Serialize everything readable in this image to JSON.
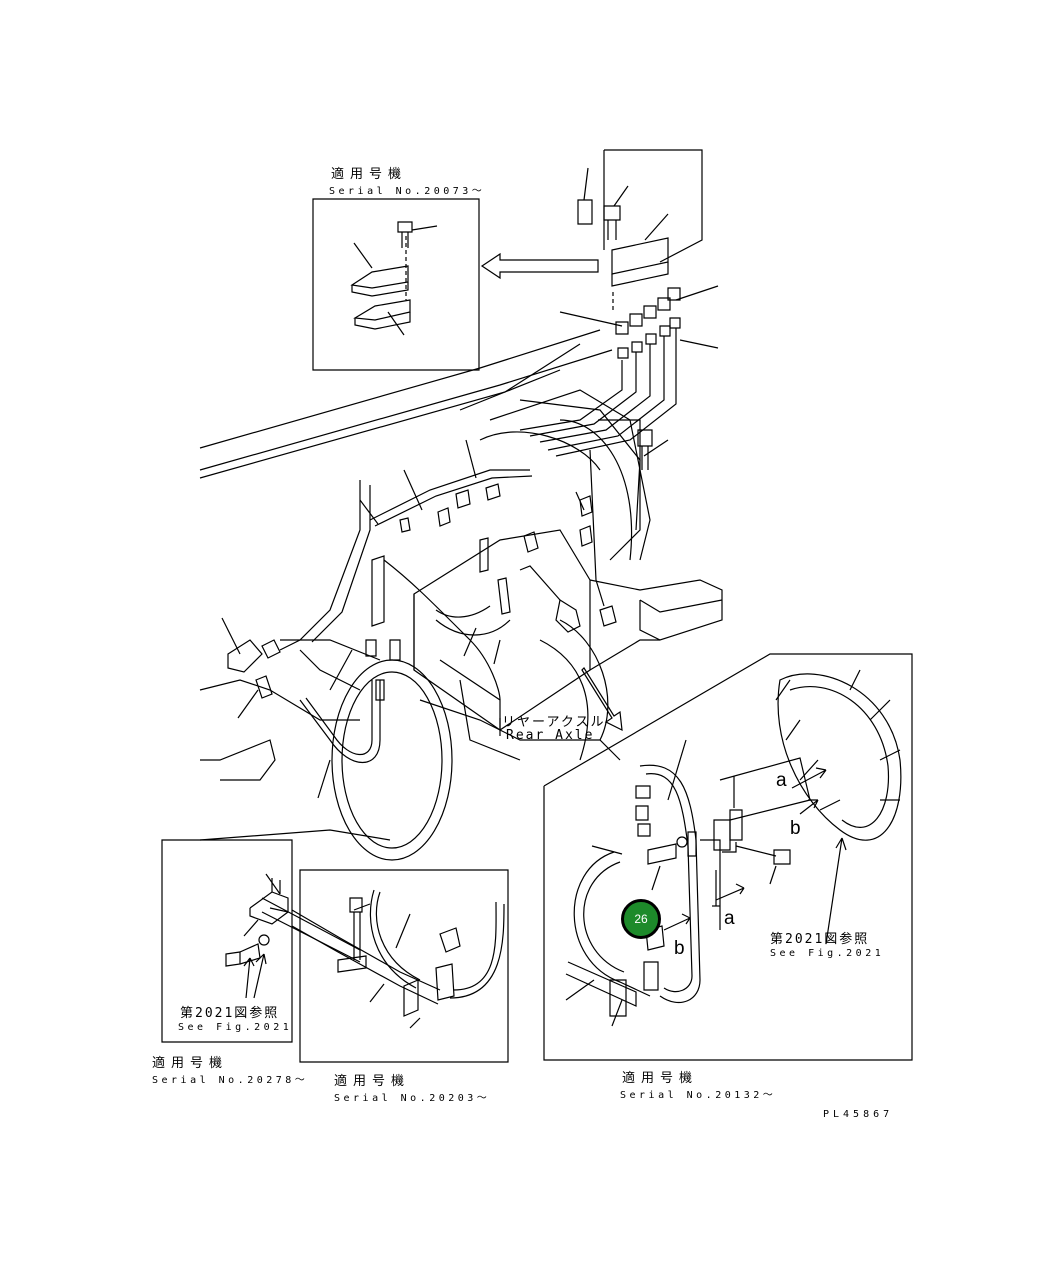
{
  "labels": {
    "top_inset": {
      "applicable_jp": "適用号機",
      "serial": "Serial No.20073～"
    },
    "rear_axle": {
      "jp": "リヤーアクスル",
      "en": "Rear Axle"
    },
    "right_inset": {
      "marker_a": "a",
      "marker_b": "b",
      "ref_jp": "第2021図参照",
      "ref_en": "See Fig.2021",
      "applicable_jp": "適用号機",
      "serial": "Serial No.20132～"
    },
    "left_inset": {
      "ref_jp": "第2021図参照",
      "ref_en": "See Fig.2021",
      "applicable_jp": "適用号機",
      "serial": "Serial No.20278～"
    },
    "middle_inset": {
      "applicable_jp": "適用号機",
      "serial": "Serial No.20203～"
    },
    "drawing_number": "PL45867"
  },
  "callout": {
    "number": "26",
    "color": "#1d8a2a"
  }
}
